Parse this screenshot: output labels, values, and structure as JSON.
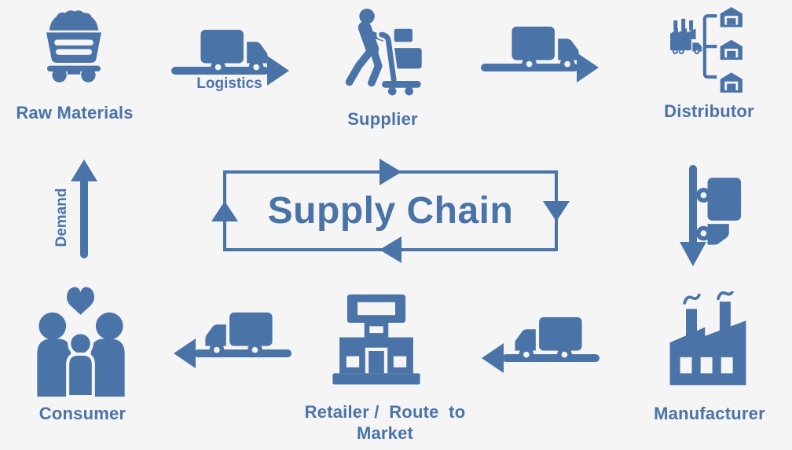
{
  "colors": {
    "accent": "#4A73A8",
    "background": "#F5F5F6"
  },
  "center": {
    "title": "Supply Chain"
  },
  "nodes": {
    "raw_materials": {
      "label": "Raw Materials"
    },
    "supplier": {
      "label": "Supplier"
    },
    "distributor": {
      "label": "Distributor"
    },
    "manufacturer": {
      "label": "Manufacturer"
    },
    "retailer": {
      "label_line1": "Retailer /  Route  to",
      "label_line2": "Market"
    },
    "consumer": {
      "label": "Consumer"
    }
  },
  "flows": {
    "logistics": {
      "label": "Logistics"
    },
    "demand": {
      "label": "Demand"
    }
  }
}
